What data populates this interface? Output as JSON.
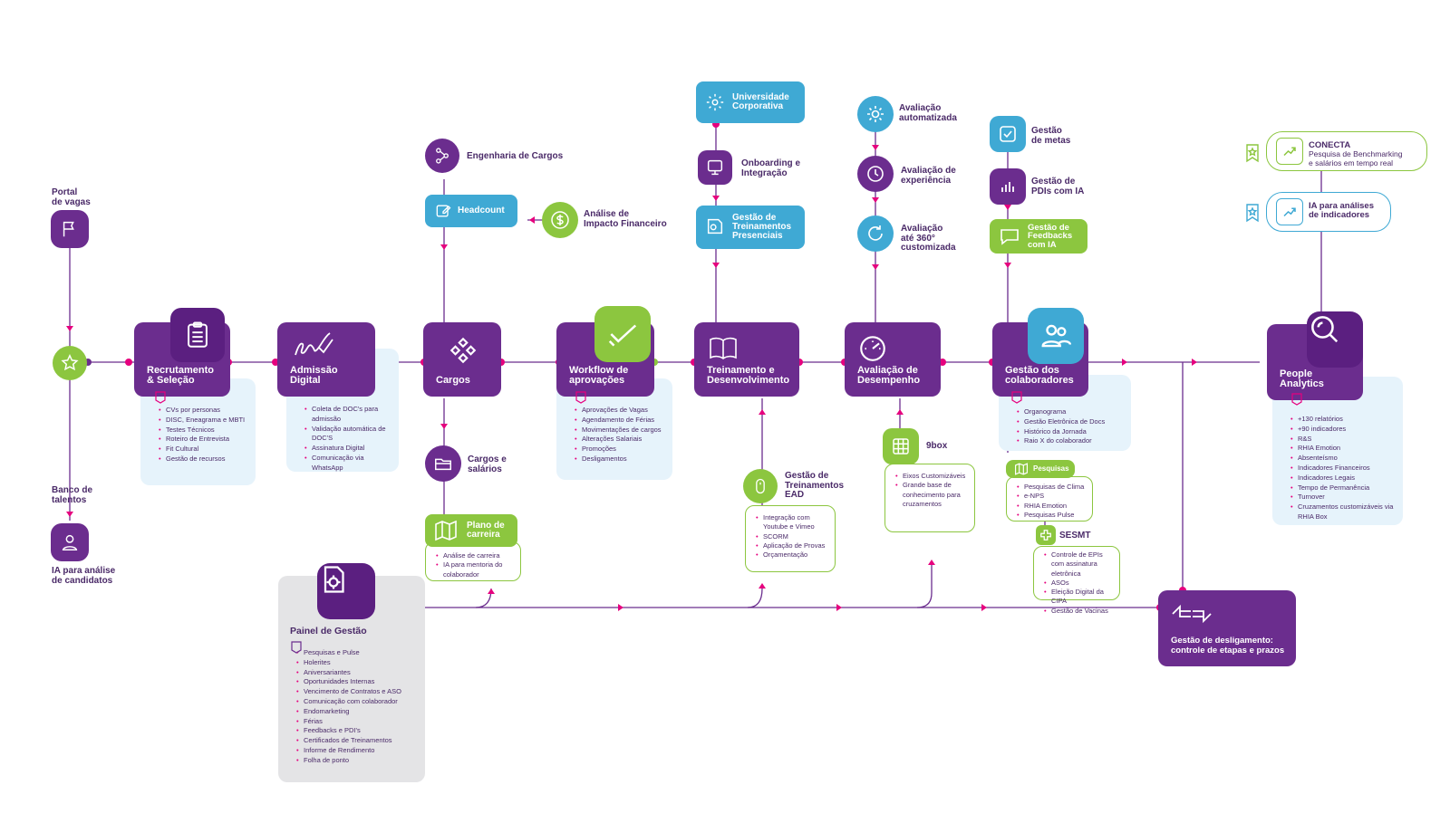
{
  "colors": {
    "purple": "#6b2d8e",
    "dark_purple": "#5b1f80",
    "blue": "#3fa9d4",
    "green": "#8cc63f",
    "pink": "#e6007e",
    "light_blue_panel": "#e6f3fb",
    "gray_panel": "#e4e4e6"
  },
  "portal": {
    "title": "Portal\nde vagas",
    "icon": "flag-icon"
  },
  "banco": {
    "title": "Banco de\ntalentos",
    "icon": "person-icon",
    "subtitle": "IA para análise\nde candidatos"
  },
  "start_icon": "star-icon",
  "recrutamento": {
    "label": "Recrutamento\n& Seleção",
    "icon": "clipboard-icon",
    "items": [
      "CVs por personas",
      "DISC, Eneagrama e MBTI",
      "Testes Técnicos",
      "Roteiro de Entrevista",
      "Fit Cultural",
      "Gestão de recursos"
    ]
  },
  "admissao": {
    "label": "Admissão\nDigital",
    "icon": "signature-icon",
    "items": [
      "Coleta de DOC's para admissão",
      "Validação automática de DOC'S",
      "Assinatura Digital",
      "Comunicação via WhatsApp"
    ]
  },
  "cargos": {
    "label": "Cargos",
    "icon": "cargos-icon",
    "engenharia": "Engenharia de Cargos",
    "headcount": "Headcount",
    "analise": "Análise de\nImpacto Financeiro",
    "cargos_salarios": "Cargos e\nsalários",
    "plano": "Plano de\ncarreira",
    "plano_items": [
      "Análise de carreira",
      "IA para mentoria do colaborador"
    ]
  },
  "workflow": {
    "label": "Workflow de\naprovações",
    "icon": "check-icon",
    "items": [
      "Aprovações de Vagas",
      "Agendamento de Férias",
      "Movimentações de cargos",
      "Alterações Salariais",
      "Promoções",
      "Desligamentos"
    ]
  },
  "treinamento": {
    "label": "Treinamento e\nDesenvolvimento",
    "icon": "book-icon",
    "universidade": "Universidade\nCorporativa",
    "onboarding": "Onboarding e\nIntegração",
    "presenciais": "Gestão de\nTreinamentos\nPresenciais",
    "ead": "Gestão de\nTreinamentos\nEAD",
    "ead_items": [
      "Integração com Youtube e Vimeo",
      "SCORM",
      "Aplicação de Provas",
      "Orçamentação"
    ]
  },
  "avaliacao": {
    "label": "Avaliação de\nDesempenho",
    "icon": "gauge-icon",
    "auto": "Avaliação\nautomatizada",
    "experiencia": "Avaliação de\nexperiência",
    "a360": "Avaliação\naté 360°\ncustomizada",
    "ninebox": "9box",
    "ninebox_items": [
      "Eixos Customizáveis",
      "Grande base de conhecimento para cruzamentos"
    ]
  },
  "gestao_colab": {
    "label": "Gestão dos\ncolaboradores",
    "icon": "people-icon",
    "metas": "Gestão\nde metas",
    "pdis": "Gestão de\nPDIs com IA",
    "feedbacks": "Gestão de\nFeedbacks\ncom IA",
    "items": [
      "Organograma",
      "Gestão Eletrônica de Docs",
      "Histórico da Jornada",
      "Raio X do colaborador"
    ],
    "pesquisas": "Pesquisas",
    "pesquisas_items": [
      "Pesquisas de Clima",
      "e-NPS",
      "RHIA Emotion",
      "Pesquisas Pulse"
    ],
    "sesmt": "SESMT",
    "sesmt_items": [
      "Controle de EPIs com assinatura eletrônica",
      "ASOs",
      "Eleição Digital da CIPA",
      "Gestão de Vacinas"
    ]
  },
  "people": {
    "label": "People\nAnalytics",
    "icon": "magnifier-icon",
    "items": [
      "+130 relatórios",
      "+90 indicadores",
      "R&S",
      "RHIA Emotion",
      "Absenteísmo",
      "Indicadores Financeiros",
      "Indicadores Legais",
      "Tempo de Permanência",
      "Turnover",
      "Cruzamentos customizáveis via RHIA Box"
    ]
  },
  "conecta": {
    "title": "CONECTA",
    "subtitle": "Pesquisa de Benchmarking\ne salários em tempo real"
  },
  "ia_indicadores": {
    "title": "IA para análises\nde indicadores"
  },
  "painel": {
    "label": "Painel de Gestão",
    "icon": "gear-doc-icon",
    "items": [
      "Pesquisas e Pulse",
      "Holerites",
      "Aniversariantes",
      "Oportunidades Internas",
      "Vencimento de Contratos e ASO",
      "Comunicação com colaborador",
      "Endomarketing",
      "Férias",
      "Feedbacks e PDI's",
      "Certificados de Treinamentos",
      "Informe de Rendimento",
      "Folha de ponto"
    ]
  },
  "desligamento": {
    "label": "Gestão de desligamento:\ncontrole de etapas e prazos",
    "icon": "arrows-icon"
  }
}
